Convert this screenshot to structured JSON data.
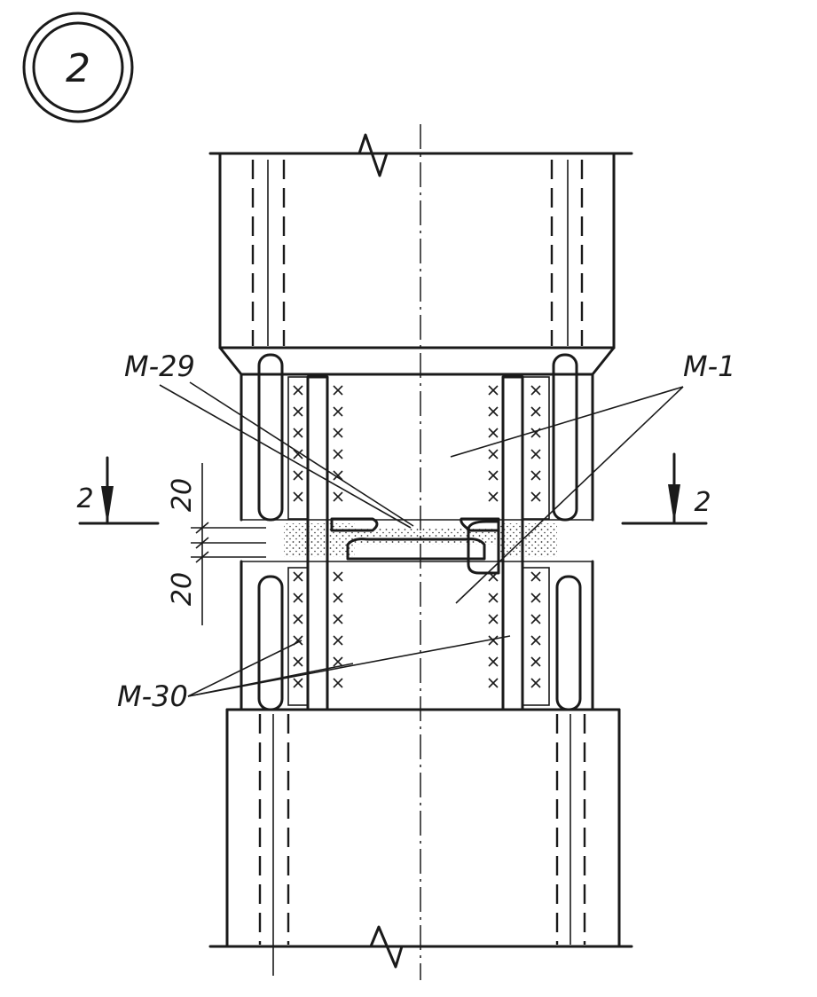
{
  "detail_marker": {
    "number": "2"
  },
  "section_marks": {
    "left": "2",
    "right": "2"
  },
  "dimensions": {
    "upper": "20",
    "lower": "20"
  },
  "callouts": {
    "m29": "M-29",
    "m1": "M-1",
    "m30": "M-30"
  }
}
